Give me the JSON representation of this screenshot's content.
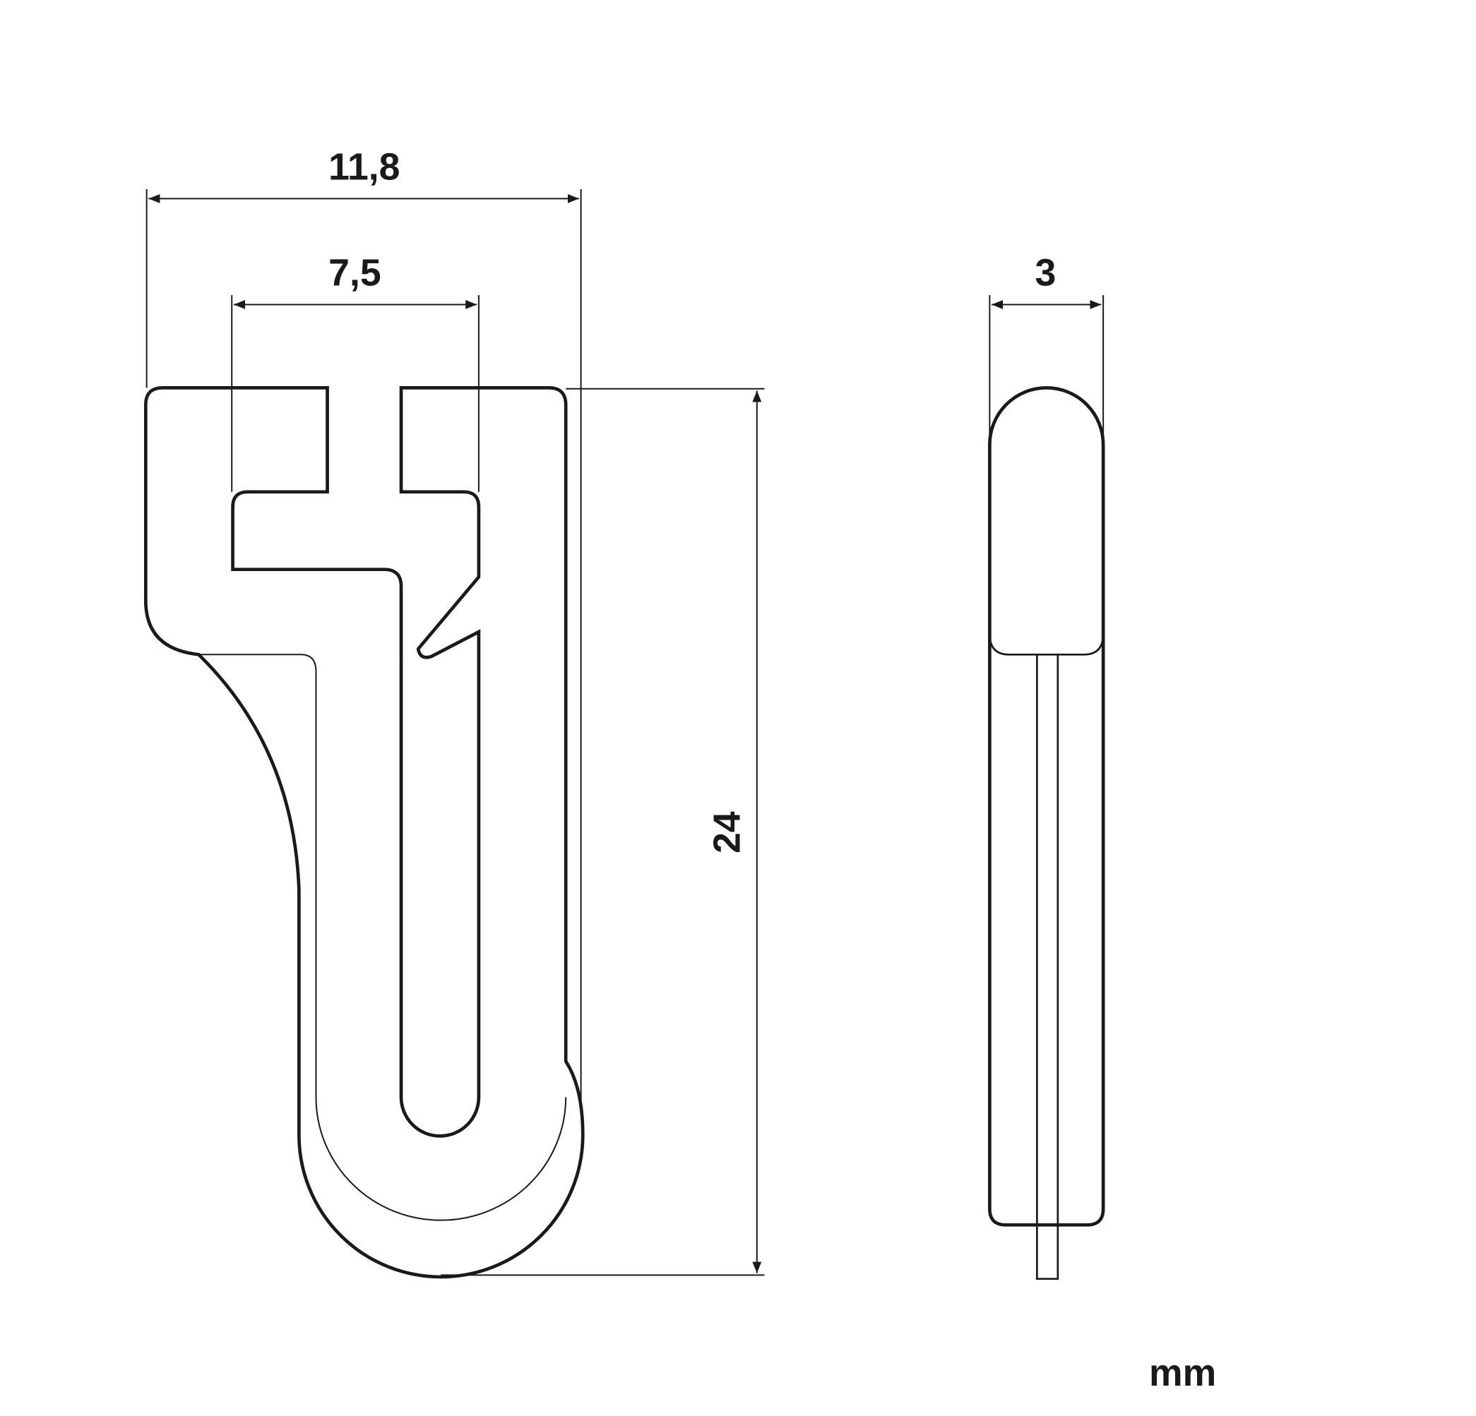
{
  "dimensions": {
    "overall_width": "11,8",
    "inner_width": "7,5",
    "height": "24",
    "thickness": "3"
  },
  "unit": "mm",
  "colors": {
    "stroke": "#1a1a1a",
    "background": "#ffffff"
  }
}
